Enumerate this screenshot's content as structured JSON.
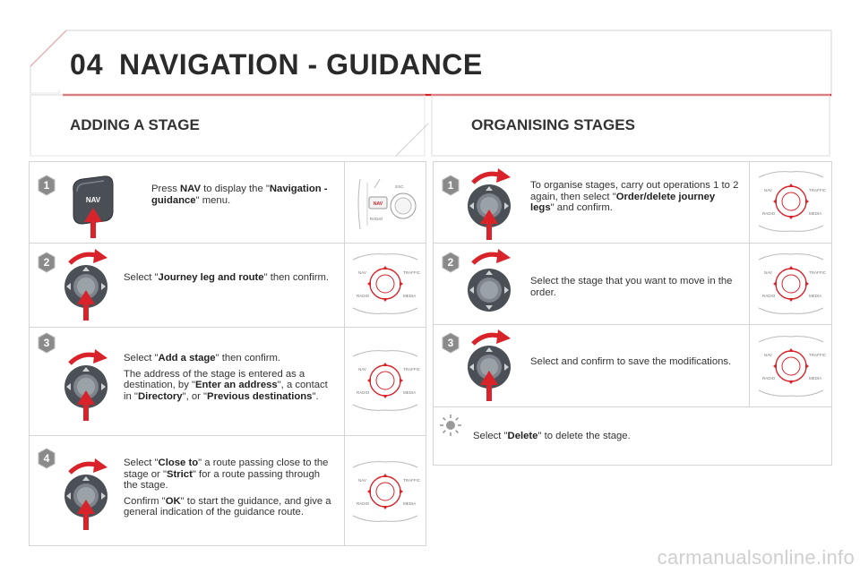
{
  "header": {
    "chapter_number": "04",
    "chapter_title": "NAVIGATION - GUIDANCE",
    "accent_color": "#d8232a"
  },
  "left_section": {
    "title": "ADDING A STAGE",
    "steps": [
      {
        "number": "1",
        "icon": "nav-button-icon",
        "illustration": "nav-button-panel-icon",
        "button_label": "NAV",
        "text_parts": [
          "Press ",
          "NAV",
          " to display the \"",
          "Navigation - guidance",
          "\" menu."
        ]
      },
      {
        "number": "2",
        "icon": "rotary-knob-turn-press-icon",
        "illustration": "control-panel-icon",
        "text_parts": [
          "Select \"",
          "Journey leg and route",
          "\" then confirm."
        ]
      },
      {
        "number": "3",
        "icon": "rotary-knob-turn-press-icon",
        "illustration": "control-panel-icon",
        "paragraph1_parts": [
          "Select \"",
          "Add a stage",
          "\" then confirm."
        ],
        "paragraph2_parts": [
          "The address of the stage is entered as a destination, by \"",
          "Enter an address",
          "\", a contact in \"",
          "Directory",
          "\", or \"",
          "Previous destinations",
          "\"."
        ]
      },
      {
        "number": "4",
        "icon": "rotary-knob-turn-press-icon",
        "illustration": "control-panel-icon",
        "paragraph1_parts": [
          "Select \"",
          "Close to",
          "\" a route passing close to the stage or \"",
          "Strict",
          "\" for a route passing through the stage."
        ],
        "paragraph2_parts": [
          "Confirm \"",
          "OK",
          "\" to start the guidance, and give a general indication of the guidance route."
        ]
      }
    ]
  },
  "right_section": {
    "title": "ORGANISING STAGES",
    "steps": [
      {
        "number": "1",
        "icon": "rotary-knob-turn-press-icon",
        "illustration": "control-panel-icon",
        "text_parts": [
          "To organise stages, carry out operations 1 to 2 again, then select \"",
          "Order/delete journey legs",
          "\" and confirm."
        ]
      },
      {
        "number": "2",
        "icon": "rotary-knob-turn-icon",
        "illustration": "control-panel-icon",
        "text_parts": [
          "Select the stage that you want to move in the order."
        ]
      },
      {
        "number": "3",
        "icon": "rotary-knob-turn-press-icon",
        "illustration": "control-panel-icon",
        "text_parts": [
          "Select and confirm to save the modifications."
        ]
      }
    ],
    "tip": {
      "icon": "tip-sun-icon",
      "text_parts": [
        "Select \"",
        "Delete",
        "\" to delete the stage."
      ]
    }
  },
  "panel_labels": [
    "NAV",
    "TRAFFIC",
    "RADIO",
    "MEDIA",
    "ESC",
    "RADIO"
  ],
  "watermark": "carmanualsonline.info"
}
